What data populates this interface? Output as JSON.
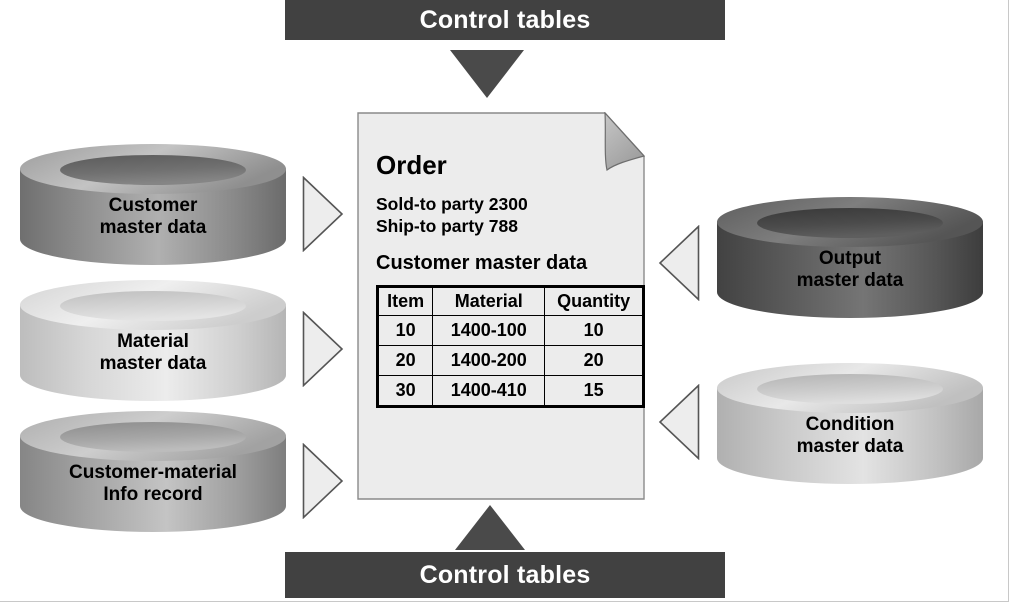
{
  "top_bar": {
    "label": "Control tables"
  },
  "bottom_bar": {
    "label": "Control tables"
  },
  "document": {
    "title": "Order",
    "lines": [
      "Sold-to party 2300",
      "Ship-to party 788"
    ],
    "subtitle": "Customer master data",
    "table": {
      "headers": [
        "Item",
        "Material",
        "Quantity"
      ],
      "rows": [
        [
          "10",
          "1400-100",
          "10"
        ],
        [
          "20",
          "1400-200",
          "20"
        ],
        [
          "30",
          "1400-410",
          "15"
        ]
      ]
    }
  },
  "left_sources": [
    {
      "line1": "Customer",
      "line2": "master data"
    },
    {
      "line1": "Material",
      "line2": "master data"
    },
    {
      "line1": "Customer-material",
      "line2": "Info record"
    }
  ],
  "right_sources": [
    {
      "line1": "Output",
      "line2": "master data"
    },
    {
      "line1": "Condition",
      "line2": "master data"
    }
  ],
  "colors": {
    "bar_background": "#414141",
    "bar_text": "#ffffff",
    "solid_arrow": "#4a4a4a",
    "document_fill": "#ececec",
    "document_border": "#8a8a8a",
    "fold_fill": "#b4b4b4",
    "hollow_arrow_fill": "#ededed",
    "hollow_arrow_stroke": "#555555",
    "cyl_customer": "#8e8e8e",
    "cyl_material": "#d2d2d2",
    "cyl_custmat": "#a3a3a3",
    "cyl_output": "#5a5a5a",
    "cyl_condition": "#c4c4c4"
  }
}
